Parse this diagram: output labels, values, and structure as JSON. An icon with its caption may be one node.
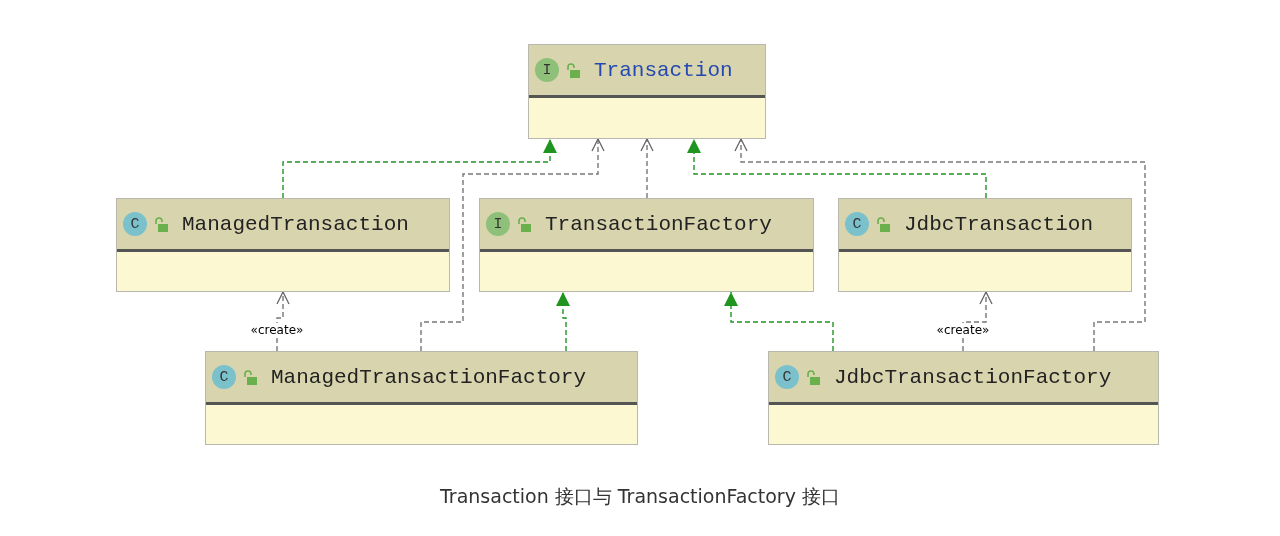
{
  "diagram": {
    "caption": "Transaction 接口与 TransactionFactory 接口",
    "nodes": [
      {
        "text": [
          "I",
          "Transaction"
        ]
      },
      {
        "text": [
          "C",
          "ManagedTransaction"
        ]
      },
      {
        "text": [
          "I",
          "TransactionFactory"
        ]
      },
      {
        "text": [
          "C",
          "JdbcTransaction"
        ]
      },
      {
        "text": [
          "C",
          "ManagedTransactionFactory"
        ]
      },
      {
        "text": [
          "C",
          "JdbcTransactionFactory"
        ]
      }
    ],
    "edges": [
      {
        "from": 1,
        "to": 0,
        "arrow": "to",
        "style": "dashed",
        "color": "#1f951f"
      },
      {
        "from": 4,
        "to": 0,
        "arrow": "to",
        "style": "dashed"
      },
      {
        "from": 2,
        "to": 0,
        "arrow": "to",
        "style": "dashed"
      },
      {
        "from": 3,
        "to": 0,
        "arrow": "to",
        "style": "dashed",
        "color": "#1f951f"
      },
      {
        "from": 5,
        "to": 0,
        "arrow": "to",
        "style": "dashed"
      },
      {
        "from": 4,
        "to": 1,
        "arrow": "to",
        "style": "dashed",
        "label": "«create»"
      },
      {
        "from": 4,
        "to": 2,
        "arrow": "to",
        "style": "dashed",
        "color": "#1f951f"
      },
      {
        "from": 5,
        "to": 2,
        "arrow": "to",
        "style": "dashed",
        "color": "#1f951f"
      },
      {
        "from": 5,
        "to": 3,
        "arrow": "to",
        "style": "dashed",
        "label": "«create»"
      }
    ]
  }
}
